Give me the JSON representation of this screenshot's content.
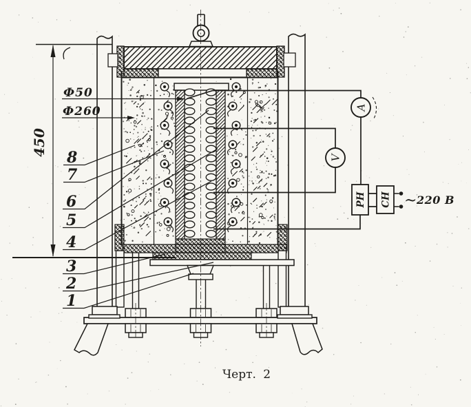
{
  "drawing": {
    "caption": "Черт. 2",
    "dimensions": {
      "height": "450",
      "bore": "Ф50",
      "outer": "Ф260"
    },
    "parts": [
      "8",
      "7",
      "6",
      "5",
      "4",
      "3",
      "2",
      "1"
    ],
    "circuit": {
      "ammeter": "А",
      "voltmeter": "V",
      "regulator": "РН",
      "stabilizer": "СН",
      "ac_symbol": "~",
      "voltage": "220 В"
    }
  },
  "colors": {
    "ink": "#1e1d1a",
    "paper": "#f7f6f1"
  }
}
